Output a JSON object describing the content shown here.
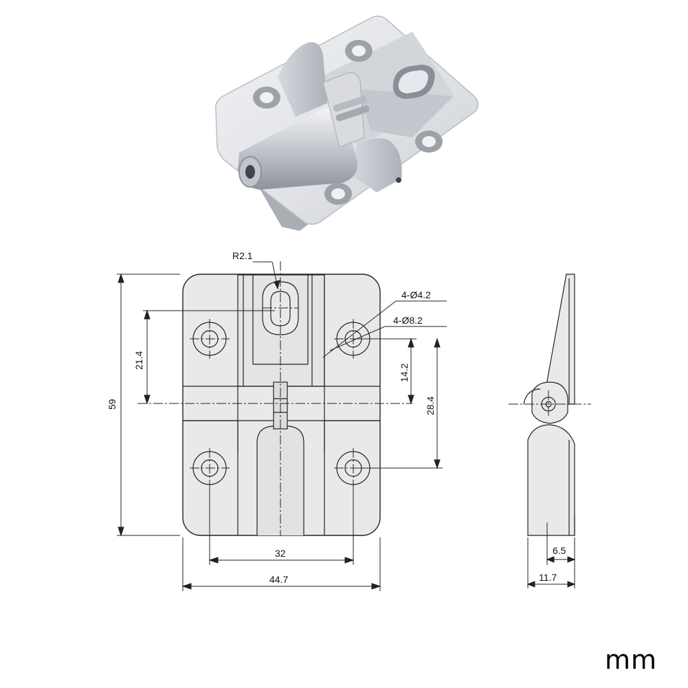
{
  "dimensions": {
    "radius": "R2.1",
    "small_holes": "4-Ø4.2",
    "large_holes": "4-Ø8.2",
    "overall_height": "59",
    "upper_offset": "21.4",
    "half_hole_pitch": "14.2",
    "hole_pitch_vertical": "28.4",
    "hole_pitch_horizontal": "32",
    "overall_width": "44.7",
    "plate_thickness": "6.5",
    "overall_depth": "11.7"
  },
  "unit_label": "mm",
  "colors": {
    "metal_light": "#e4e6ea",
    "metal_mid": "#c7cad0",
    "metal_dark": "#8e939b",
    "drawing_fill": "#e9e9e9",
    "line": "#222222"
  }
}
